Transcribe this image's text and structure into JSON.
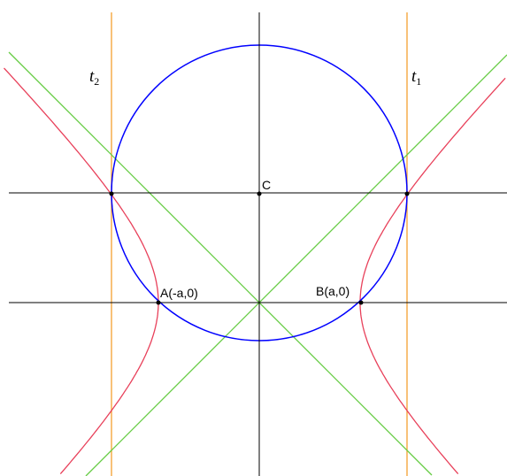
{
  "labels": {
    "t2": {
      "base": "t",
      "sub": "2"
    },
    "t1": {
      "base": "t",
      "sub": "1"
    },
    "C": "C",
    "A": "A(-a,0)",
    "B": "B(a,0)"
  },
  "colors": {
    "axes": "#000000",
    "circle": "#0000ff",
    "hyperbola": "#e8405a",
    "asymptotes": "#66cc44",
    "tangents": "#f5a030",
    "points": "#000000"
  }
}
